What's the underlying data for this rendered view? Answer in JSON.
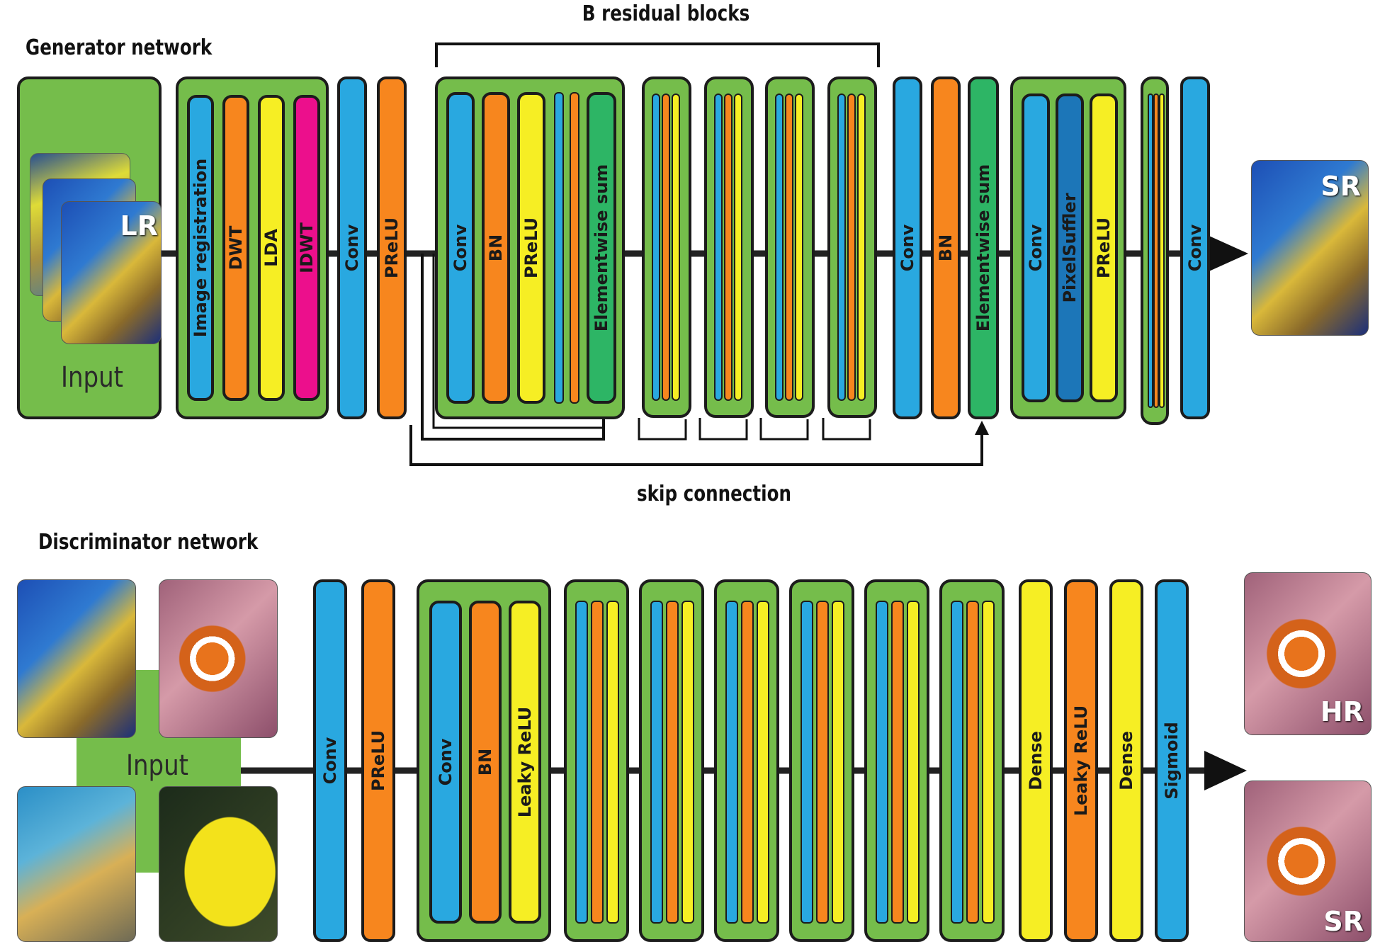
{
  "generator": {
    "title": "Generator network",
    "input_label": "Input",
    "lr_label": "LR",
    "sr_label": "SR",
    "preprocess": [
      "Image registration",
      "DWT",
      "LDA",
      "IDWT"
    ],
    "conv1": "Conv",
    "prelu1": "PReLU",
    "residual_block": [
      "Conv",
      "BN",
      "PReLU",
      "Elementwise sum"
    ],
    "residual_caption": "B residual blocks",
    "after_res": [
      "Conv",
      "BN",
      "Elementwise sum"
    ],
    "upsample_block": [
      "Conv",
      "PixelSuffler",
      "PReLU"
    ],
    "final_conv": "Conv",
    "skip_caption": "skip connection"
  },
  "discriminator": {
    "title": "Discriminator network",
    "input_label": "Input",
    "layers_start": [
      "Conv",
      "PReLU"
    ],
    "block": [
      "Conv",
      "BN",
      "Leaky ReLU"
    ],
    "layers_end": [
      "Dense",
      "Leaky ReLU",
      "Dense",
      "Sigmoid"
    ],
    "hr_label": "HR",
    "sr_label": "SR"
  },
  "colors": {
    "conv": "#29a8e0",
    "activation": "#f7861e",
    "bn_dense": "#f6ee24",
    "idwt": "#ec0f8c",
    "elementwise_sum": "#2db565",
    "block_background": "#75bd4b"
  }
}
